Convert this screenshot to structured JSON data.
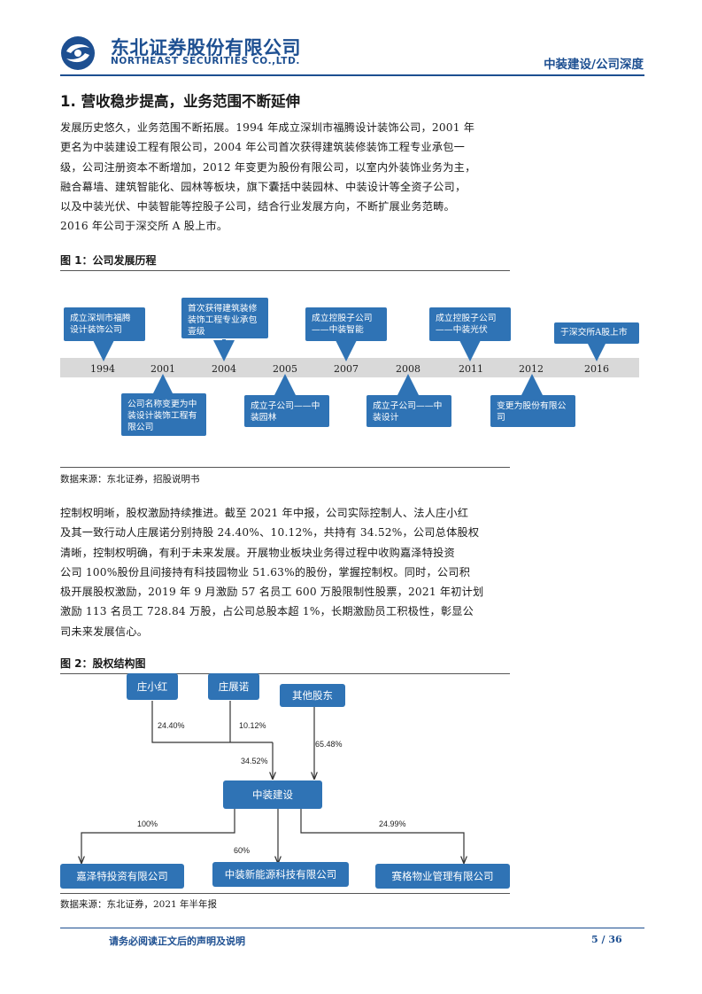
{
  "header": {
    "company_cn": "东北证券股份有限公司",
    "company_en": "NORTHEAST SECURITIES CO.,LTD.",
    "report_tag": "中装建设/公司深度"
  },
  "section": {
    "title": "1.  营收稳步提高，业务范围不断延伸"
  },
  "paragraph1": [
    "发展历史悠久，业务范围不断拓展。1994 年成立深圳市福腾设计装饰公司，2001 年",
    "更名为中装建设工程有限公司，2004 年公司首次获得建筑装修装饰工程专业承包一",
    "级，公司注册资本不断增加，2012 年变更为股份有限公司，以室内外装饰业务为主，",
    "融合幕墙、建筑智能化、园林等板块，旗下囊括中装园林、中装设计等全资子公司，",
    "以及中装光伏、中装智能等控股子公司，结合行业发展方向，不断扩展业务范畴。",
    "2016 年公司于深交所 A 股上市。"
  ],
  "figure1": {
    "title": "图 1：公司发展历程",
    "years": [
      "1994",
      "2001",
      "2004",
      "2005",
      "2007",
      "2008",
      "2011",
      "2012",
      "2016"
    ],
    "top_events": [
      "成立深圳市福腾设计装饰公司",
      "首次获得建筑装修装饰工程专业承包壹级",
      "成立控股子公司——中装智能",
      "成立控股子公司——中装光伏",
      "于深交所A股上市"
    ],
    "bottom_events": [
      "公司名称变更为中装设计装饰工程有限公司",
      "成立子公司——中装园林",
      "成立子公司——中装设计",
      "变更为股份有限公司"
    ],
    "source": "数据来源：东北证券，招股说明书"
  },
  "paragraph2": [
    "控制权明晰，股权激励持续推进。截至 2021 年中报，公司实际控制人、法人庄小红",
    "及其一致行动人庄展诺分别持股 24.40%、10.12%，共持有 34.52%，公司总体股权",
    "清晰，控制权明确，有利于未来发展。开展物业板块业务得过程中收购嘉泽特投资",
    "公司 100%股份且间接持有科技园物业 51.63%的股份，掌握控制权。同时，公司积",
    "极开展股权激励，2019 年 9 月激励 57 名员工 600 万股限制性股票，2021 年初计划",
    "激励 113 名员工 728.84 万股，占公司总股本超 1%，长期激励员工积极性，彰显公",
    "司未来发展信心。"
  ],
  "figure2": {
    "title": "图 2：股权结构图",
    "shareholders": [
      "庄小红",
      "庄展诺",
      "其他股东"
    ],
    "company": "中装建设",
    "subsidiaries": [
      "嘉泽特投资有限公司",
      "中装新能源科技有限公司",
      "赛格物业管理有限公司"
    ],
    "pct_zhuang_xiaohong": "24.40%",
    "pct_zhuang_zhannuo": "10.12%",
    "pct_combined": "34.52%",
    "pct_others": "65.48%",
    "pct_jiazete": "100%",
    "pct_new_energy": "60%",
    "pct_saige": "24.99%",
    "source": "数据来源：东北证券，2021 年半年报"
  },
  "footer": {
    "note": "请务必阅读正文后的声明及说明",
    "page": "5 / 36"
  },
  "colors": {
    "brand_blue": "#1d4f91",
    "box_blue": "#2f73b5",
    "timeline_gray": "#d9d9d9"
  }
}
